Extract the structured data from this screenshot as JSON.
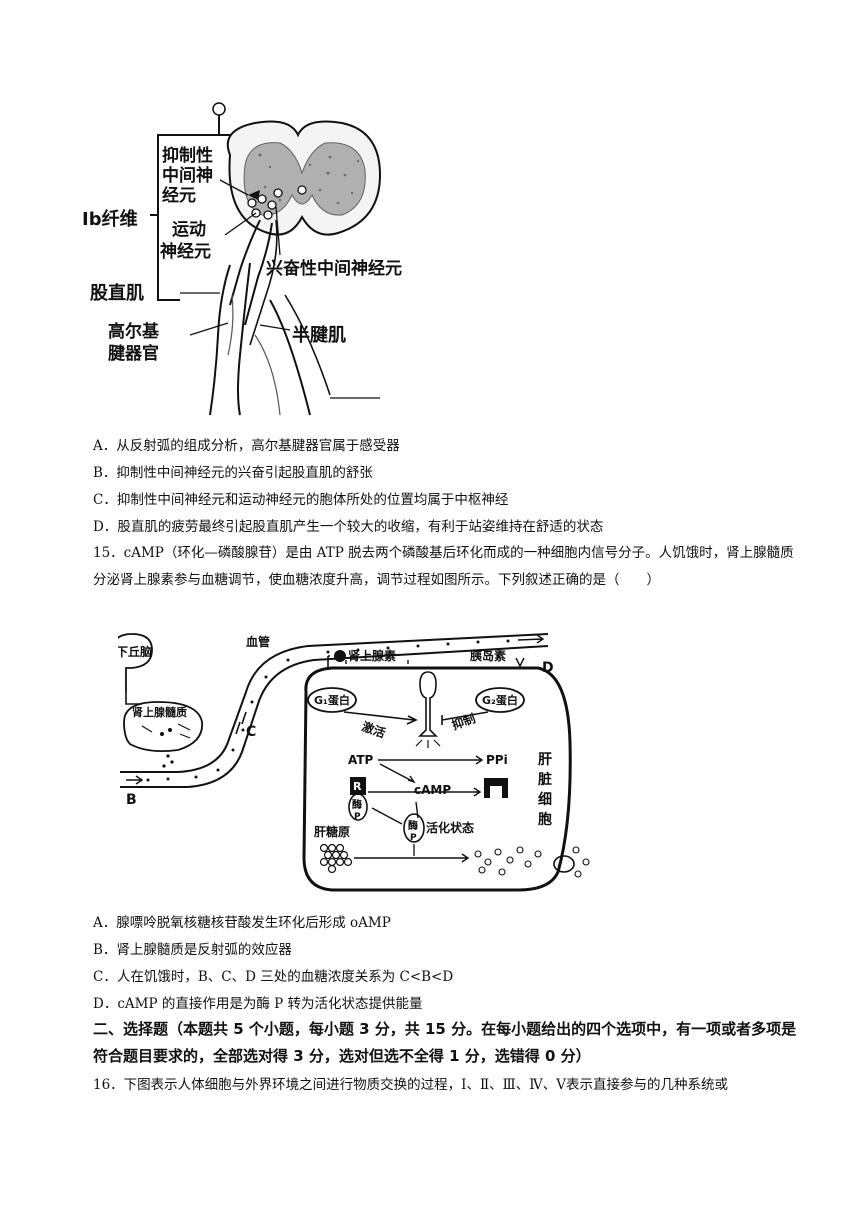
{
  "figure1": {
    "labels": {
      "inhibitory_line1": "抑制性",
      "inhibitory_line2": "中间神",
      "inhibitory_line3": "经元",
      "ib_fiber": "Ib纤维",
      "motor_line1": "运动",
      "motor_line2": "神经元",
      "excitatory": "兴奋性中间神经元",
      "rectus": "股直肌",
      "golgi_line1": "高尔基",
      "golgi_line2": "腱器官",
      "semitendinosus": "半腱肌"
    }
  },
  "q14_options": [
    "A．从反射弧的组成分析，高尔基腱器官属于感受器",
    "B．抑制性中间神经元的兴奋引起股直肌的舒张",
    "C．抑制性中间神经元和运动神经元的胞体所处的位置均属于中枢神经",
    "D．股直肌的疲劳最终引起股直肌产生一个较大的收缩，有利于站姿维持在舒适的状态"
  ],
  "q15": {
    "stem": "15．cAMP（环化—磷酸腺苷）是由 ATP 脱去两个磷酸基后环化而成的一种细胞内信号分子。人饥饿时，肾上腺髓质分泌肾上腺素参与血糖调节，使血糖浓度升高，调节过程如图所示。下列叙述正确的是（　　）",
    "options": [
      "A．腺嘌呤脱氧核糖核苷酸发生环化后形成 oAMP",
      "B．肾上腺髓质是反射弧的效应器",
      "C．人在饥饿时，B、C、D 三处的血糖浓度关系为 C<B<D",
      "D．cAMP 的直接作用是为酶 P 转为活化状态提供能量"
    ]
  },
  "figure2": {
    "labels": {
      "vessel": "血管",
      "hypothalamus": "下丘脑",
      "adrenal_medulla": "肾上腺髓质",
      "adrenaline": "肾上腺素",
      "insulin": "胰岛素",
      "point_b": "B",
      "point_c": "C",
      "point_d": "D",
      "g1_protein": "G₁蛋白",
      "g2_protein": "G₂蛋白",
      "activate": "激活",
      "inhibit": "抑制",
      "atp": "ATP",
      "ppi": "PPi",
      "camp": "cAMP",
      "r": "R",
      "enzyme": "酶",
      "p": "P",
      "active_state": "活化状态",
      "glycogen": "肝糖原",
      "liver_cell_1": "肝",
      "liver_cell_2": "脏",
      "liver_cell_3": "细",
      "liver_cell_4": "胞"
    }
  },
  "section2": {
    "heading": "二、选择题（本题共 5 个小题，每小题 3 分，共 15 分。在每小题给出的四个选项中，有一项或者多项是符合题目要求的，全部选对得 3 分，选对但选不全得 1 分，选错得 0 分）"
  },
  "q16": {
    "stem": "16．下图表示人体细胞与外界环境之间进行物质交换的过程，Ⅰ、Ⅱ、Ⅲ、Ⅳ、Ⅴ表示直接参与的几种系统或"
  }
}
